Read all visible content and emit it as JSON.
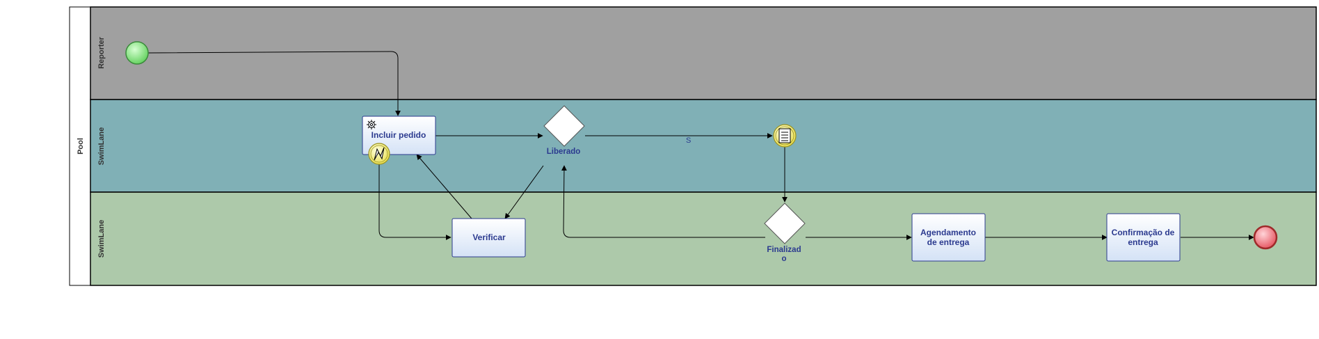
{
  "pool": {
    "label": "Pool"
  },
  "lanes": [
    {
      "label": "Reporter",
      "color": "#a0a0a0"
    },
    {
      "label": "SwimLane",
      "color": "#80b0b6"
    },
    {
      "label": "SwimLane",
      "color": "#adc9aa"
    }
  ],
  "tasks": {
    "incluir": {
      "label": "Incluir pedido"
    },
    "verificar": {
      "label": "Verificar"
    },
    "agendamento": {
      "line1": "Agendamento",
      "line2": "de entrega"
    },
    "confirmacao": {
      "line1": "Confirmação de",
      "line2": "entrega"
    }
  },
  "gateways": {
    "liberado": {
      "label": "Liberado"
    },
    "finalizado": {
      "line1": "Finalizad",
      "line2": "o"
    }
  },
  "flows": {
    "liberado_to_message": {
      "label": "S"
    }
  },
  "colors": {
    "start_event": "#8ee88a",
    "end_event": "#ef7b82",
    "intermediate_event": "#f4f08a",
    "task_fill_top": "#ffffff",
    "task_fill_bottom": "#d7e4f7",
    "task_stroke": "#2b3a8f"
  }
}
